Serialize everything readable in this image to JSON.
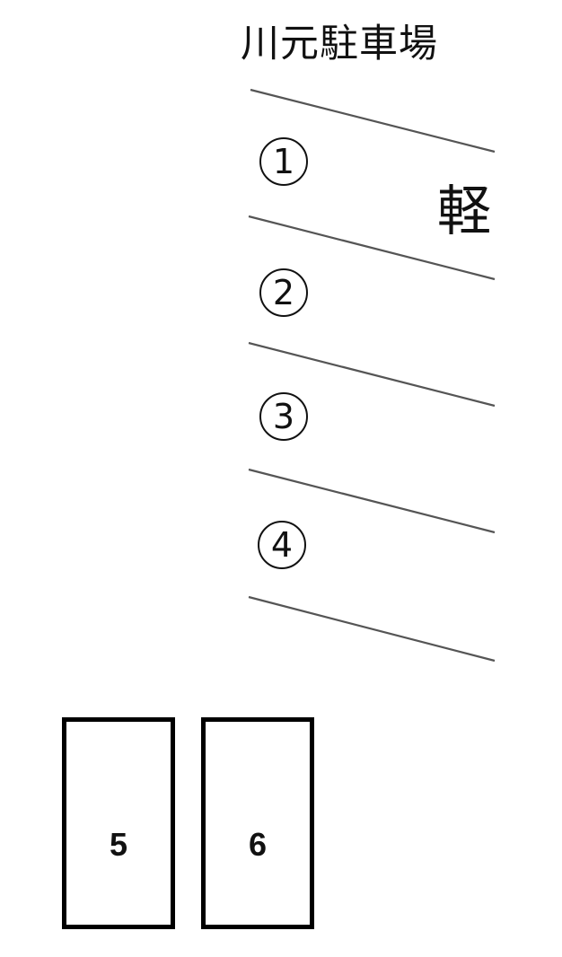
{
  "title": "川元駐車場",
  "slots": [
    {
      "id": "slot-1",
      "label": "①",
      "note": "軽"
    },
    {
      "id": "slot-2",
      "label": "②"
    },
    {
      "id": "slot-3",
      "label": "③"
    },
    {
      "id": "slot-4",
      "label": "④"
    }
  ],
  "kei_label": "軽",
  "boxes": [
    {
      "id": "box-5",
      "label": "5"
    },
    {
      "id": "box-6",
      "label": "6"
    }
  ],
  "colors": {
    "background": "#ffffff",
    "line": "#555555",
    "border": "#000000",
    "text": "#111111"
  }
}
